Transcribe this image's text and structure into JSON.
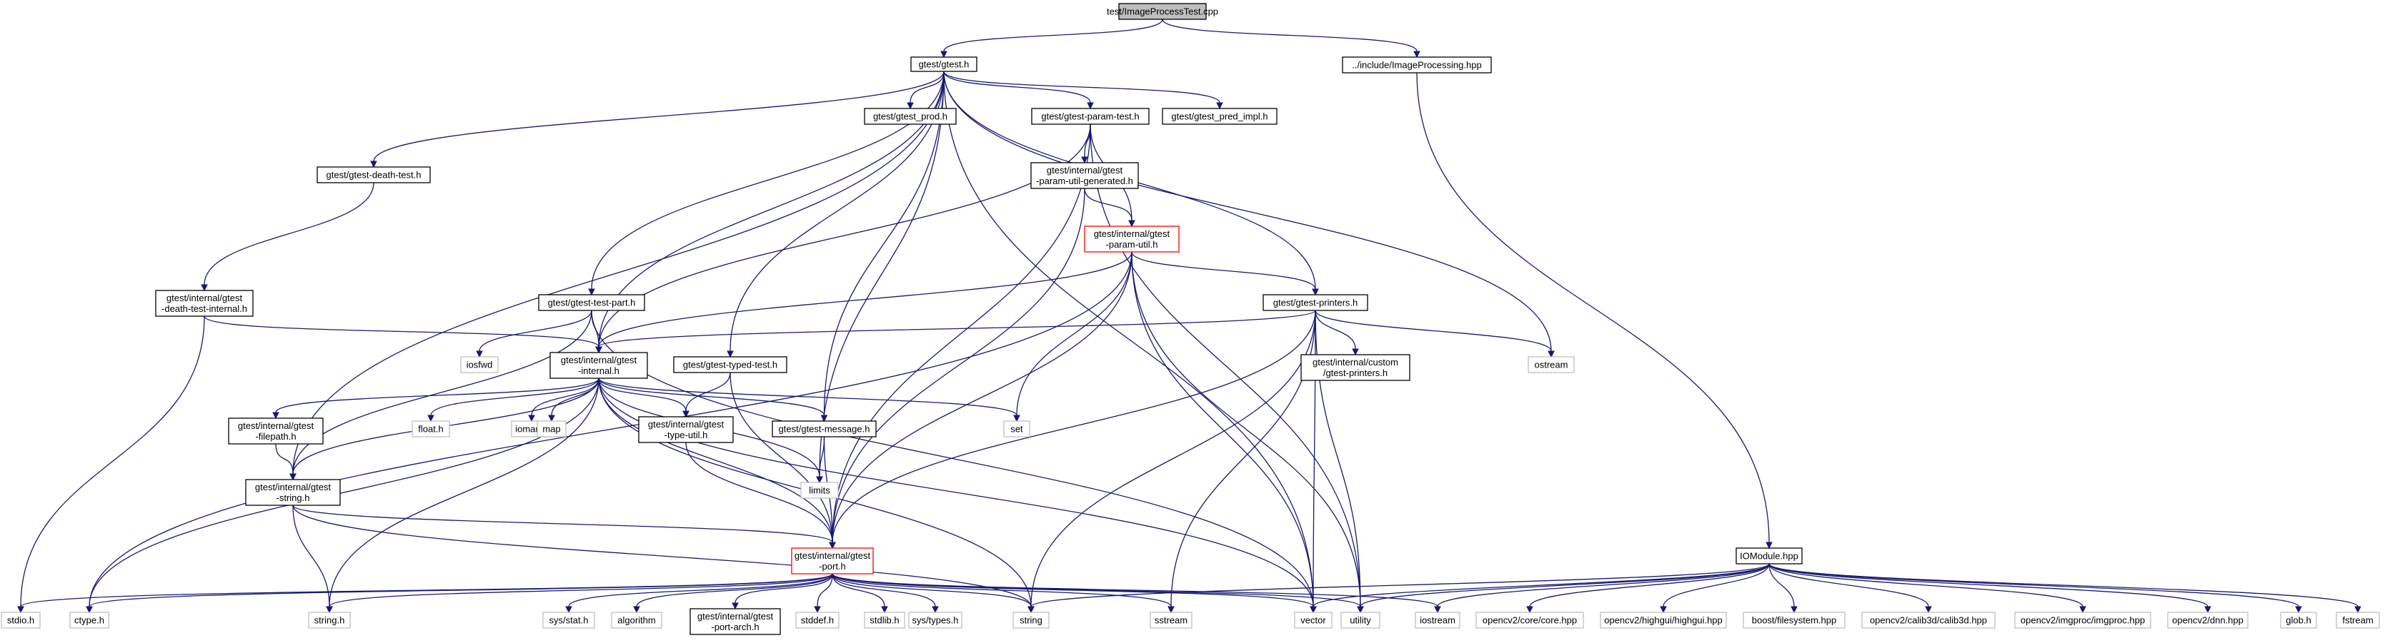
{
  "graph": {
    "title": "test/ImageProcessTest.cpp",
    "colors": {
      "edge": "#191970",
      "node_border": "#000000",
      "node_border_truncated": "#ff0000",
      "external_border": "#bfbfbf",
      "root_fill": "#bfbfbf",
      "node_fill": "#ffffff"
    },
    "nodes": [
      {
        "id": "root",
        "lines": [
          "test/ImageProcessTest.cpp"
        ],
        "style": "root"
      },
      {
        "id": "gtest",
        "lines": [
          "gtest/gtest.h"
        ],
        "style": "normal"
      },
      {
        "id": "imgproc",
        "lines": [
          "../include/ImageProcessing.hpp"
        ],
        "style": "normal"
      },
      {
        "id": "prod",
        "lines": [
          "gtest/gtest_prod.h"
        ],
        "style": "normal"
      },
      {
        "id": "paramtest",
        "lines": [
          "gtest/gtest-param-test.h"
        ],
        "style": "normal"
      },
      {
        "id": "predimpl",
        "lines": [
          "gtest/gtest_pred_impl.h"
        ],
        "style": "normal"
      },
      {
        "id": "deathtest",
        "lines": [
          "gtest/gtest-death-test.h"
        ],
        "style": "normal"
      },
      {
        "id": "paramgen",
        "lines": [
          "gtest/internal/gtest",
          "-param-util-generated.h"
        ],
        "style": "normal"
      },
      {
        "id": "paramutil",
        "lines": [
          "gtest/internal/gtest",
          "-param-util.h"
        ],
        "style": "truncated"
      },
      {
        "id": "deathint",
        "lines": [
          "gtest/internal/gtest",
          "-death-test-internal.h"
        ],
        "style": "normal"
      },
      {
        "id": "testpart",
        "lines": [
          "gtest/gtest-test-part.h"
        ],
        "style": "normal"
      },
      {
        "id": "printers",
        "lines": [
          "gtest/gtest-printers.h"
        ],
        "style": "normal"
      },
      {
        "id": "iosfwd",
        "lines": [
          "iosfwd"
        ],
        "style": "external"
      },
      {
        "id": "internal",
        "lines": [
          "gtest/internal/gtest",
          "-internal.h"
        ],
        "style": "normal"
      },
      {
        "id": "typedtest",
        "lines": [
          "gtest/gtest-typed-test.h"
        ],
        "style": "normal"
      },
      {
        "id": "custom",
        "lines": [
          "gtest/internal/custom",
          "/gtest-printers.h"
        ],
        "style": "normal"
      },
      {
        "id": "ostream",
        "lines": [
          "ostream"
        ],
        "style": "external"
      },
      {
        "id": "filepath",
        "lines": [
          "gtest/internal/gtest",
          "-filepath.h"
        ],
        "style": "normal"
      },
      {
        "id": "floath",
        "lines": [
          "float.h"
        ],
        "style": "external"
      },
      {
        "id": "iomanip",
        "lines": [
          "iomanip"
        ],
        "style": "external"
      },
      {
        "id": "map",
        "lines": [
          "map"
        ],
        "style": "external"
      },
      {
        "id": "typeutil",
        "lines": [
          "gtest/internal/gtest",
          "-type-util.h"
        ],
        "style": "normal"
      },
      {
        "id": "message",
        "lines": [
          "gtest/gtest-message.h"
        ],
        "style": "normal"
      },
      {
        "id": "set",
        "lines": [
          "set"
        ],
        "style": "external"
      },
      {
        "id": "limits",
        "lines": [
          "limits"
        ],
        "style": "external"
      },
      {
        "id": "gstring",
        "lines": [
          "gtest/internal/gtest",
          "-string.h"
        ],
        "style": "normal"
      },
      {
        "id": "port",
        "lines": [
          "gtest/internal/gtest",
          "-port.h"
        ],
        "style": "truncated"
      },
      {
        "id": "iomodule",
        "lines": [
          "IOModule.hpp"
        ],
        "style": "normal"
      },
      {
        "id": "stdio",
        "lines": [
          "stdio.h"
        ],
        "style": "external"
      },
      {
        "id": "ctype",
        "lines": [
          "ctype.h"
        ],
        "style": "external"
      },
      {
        "id": "stringh",
        "lines": [
          "string.h"
        ],
        "style": "external"
      },
      {
        "id": "sysstat",
        "lines": [
          "sys/stat.h"
        ],
        "style": "external"
      },
      {
        "id": "algorithm",
        "lines": [
          "algorithm"
        ],
        "style": "external"
      },
      {
        "id": "portarch",
        "lines": [
          "gtest/internal/gtest",
          "-port-arch.h"
        ],
        "style": "normal"
      },
      {
        "id": "stddef",
        "lines": [
          "stddef.h"
        ],
        "style": "external"
      },
      {
        "id": "stdlib",
        "lines": [
          "stdlib.h"
        ],
        "style": "external"
      },
      {
        "id": "systypes",
        "lines": [
          "sys/types.h"
        ],
        "style": "external"
      },
      {
        "id": "string",
        "lines": [
          "string"
        ],
        "style": "external"
      },
      {
        "id": "sstream",
        "lines": [
          "sstream"
        ],
        "style": "external"
      },
      {
        "id": "vector",
        "lines": [
          "vector"
        ],
        "style": "external"
      },
      {
        "id": "utility",
        "lines": [
          "utility"
        ],
        "style": "external"
      },
      {
        "id": "iostream",
        "lines": [
          "iostream"
        ],
        "style": "external"
      },
      {
        "id": "cvcore",
        "lines": [
          "opencv2/core/core.hpp"
        ],
        "style": "external"
      },
      {
        "id": "highgui",
        "lines": [
          "opencv2/highgui/highgui.hpp"
        ],
        "style": "external"
      },
      {
        "id": "boostfs",
        "lines": [
          "boost/filesystem.hpp"
        ],
        "style": "external"
      },
      {
        "id": "calib3d",
        "lines": [
          "opencv2/calib3d/calib3d.hpp"
        ],
        "style": "external"
      },
      {
        "id": "imgproc2",
        "lines": [
          "opencv2/imgproc/imgproc.hpp"
        ],
        "style": "external"
      },
      {
        "id": "dnn",
        "lines": [
          "opencv2/dnn.hpp"
        ],
        "style": "external"
      },
      {
        "id": "glob",
        "lines": [
          "glob.h"
        ],
        "style": "external"
      },
      {
        "id": "fstream",
        "lines": [
          "fstream"
        ],
        "style": "external"
      }
    ],
    "edges": [
      [
        "root",
        "gtest"
      ],
      [
        "root",
        "imgproc"
      ],
      [
        "gtest",
        "prod"
      ],
      [
        "gtest",
        "paramtest"
      ],
      [
        "gtest",
        "predimpl"
      ],
      [
        "gtest",
        "deathtest"
      ],
      [
        "gtest",
        "testpart"
      ],
      [
        "gtest",
        "printers"
      ],
      [
        "gtest",
        "internal"
      ],
      [
        "gtest",
        "typedtest"
      ],
      [
        "gtest",
        "message"
      ],
      [
        "gtest",
        "ostream"
      ],
      [
        "gtest",
        "limits"
      ],
      [
        "gtest",
        "gstring"
      ],
      [
        "gtest",
        "vector"
      ],
      [
        "imgproc",
        "iomodule"
      ],
      [
        "paramtest",
        "paramgen"
      ],
      [
        "paramtest",
        "paramutil"
      ],
      [
        "paramtest",
        "internal"
      ],
      [
        "paramtest",
        "port"
      ],
      [
        "paramtest",
        "utility"
      ],
      [
        "deathtest",
        "deathint"
      ],
      [
        "paramgen",
        "paramutil"
      ],
      [
        "paramgen",
        "port"
      ],
      [
        "paramutil",
        "printers"
      ],
      [
        "paramutil",
        "internal"
      ],
      [
        "paramutil",
        "port"
      ],
      [
        "paramutil",
        "set"
      ],
      [
        "paramutil",
        "ctype"
      ],
      [
        "paramutil",
        "vector"
      ],
      [
        "paramutil",
        "utility"
      ],
      [
        "deathint",
        "internal"
      ],
      [
        "deathint",
        "stdio"
      ],
      [
        "testpart",
        "internal"
      ],
      [
        "testpart",
        "iosfwd"
      ],
      [
        "testpart",
        "gstring"
      ],
      [
        "testpart",
        "vector"
      ],
      [
        "printers",
        "internal"
      ],
      [
        "printers",
        "custom"
      ],
      [
        "printers",
        "ostream"
      ],
      [
        "printers",
        "port"
      ],
      [
        "printers",
        "sstream"
      ],
      [
        "printers",
        "string"
      ],
      [
        "printers",
        "utility"
      ],
      [
        "printers",
        "vector"
      ],
      [
        "internal",
        "filepath"
      ],
      [
        "internal",
        "gstring"
      ],
      [
        "internal",
        "floath"
      ],
      [
        "internal",
        "iomanip"
      ],
      [
        "internal",
        "map"
      ],
      [
        "internal",
        "typeutil"
      ],
      [
        "internal",
        "message"
      ],
      [
        "internal",
        "set"
      ],
      [
        "internal",
        "limits"
      ],
      [
        "internal",
        "port"
      ],
      [
        "internal",
        "ctype"
      ],
      [
        "internal",
        "stringh"
      ],
      [
        "internal",
        "string"
      ],
      [
        "internal",
        "vector"
      ],
      [
        "typedtest",
        "typeutil"
      ],
      [
        "typedtest",
        "port"
      ],
      [
        "filepath",
        "gstring"
      ],
      [
        "typeutil",
        "port"
      ],
      [
        "message",
        "limits"
      ],
      [
        "message",
        "port"
      ],
      [
        "gstring",
        "port"
      ],
      [
        "gstring",
        "stringh"
      ],
      [
        "gstring",
        "string"
      ],
      [
        "port",
        "stdio"
      ],
      [
        "port",
        "ctype"
      ],
      [
        "port",
        "stringh"
      ],
      [
        "port",
        "sysstat"
      ],
      [
        "port",
        "algorithm"
      ],
      [
        "port",
        "portarch"
      ],
      [
        "port",
        "stddef"
      ],
      [
        "port",
        "stdlib"
      ],
      [
        "port",
        "systypes"
      ],
      [
        "port",
        "string"
      ],
      [
        "port",
        "sstream"
      ],
      [
        "port",
        "vector"
      ],
      [
        "port",
        "iostream"
      ],
      [
        "port",
        "utility"
      ],
      [
        "iomodule",
        "cvcore"
      ],
      [
        "iomodule",
        "highgui"
      ],
      [
        "iomodule",
        "boostfs"
      ],
      [
        "iomodule",
        "calib3d"
      ],
      [
        "iomodule",
        "imgproc2"
      ],
      [
        "iomodule",
        "dnn"
      ],
      [
        "iomodule",
        "glob"
      ],
      [
        "iomodule",
        "fstream"
      ],
      [
        "iomodule",
        "vector"
      ],
      [
        "iomodule",
        "iostream"
      ],
      [
        "iomodule",
        "string"
      ],
      [
        "iomodule",
        "utility"
      ]
    ]
  }
}
